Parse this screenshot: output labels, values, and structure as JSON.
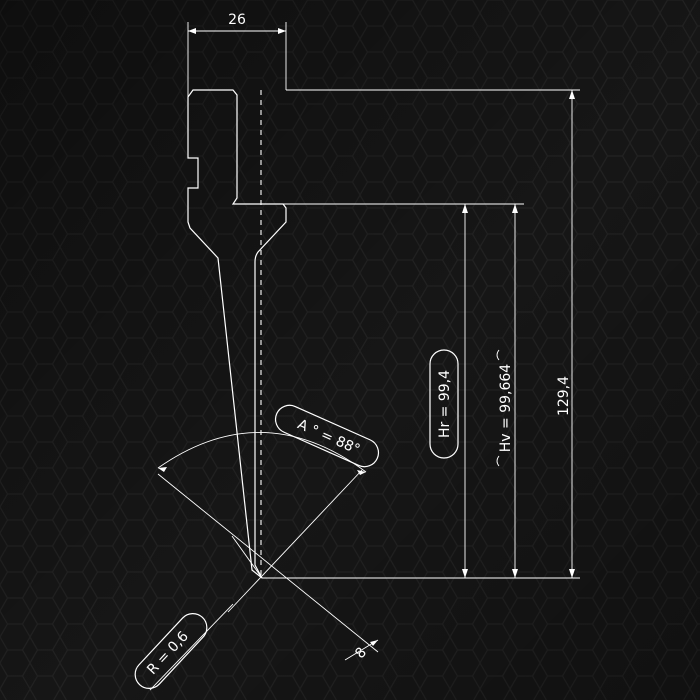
{
  "drawing": {
    "background_color": "#161616",
    "line_color": "#ffffff",
    "dimensions": {
      "width": "26",
      "total_height": "129,4",
      "hr": "Hr = 99,4",
      "hv": "Hv = 99,664",
      "angle": "A ° = 88°",
      "radius": "R = 0,6",
      "tip": "8"
    }
  }
}
